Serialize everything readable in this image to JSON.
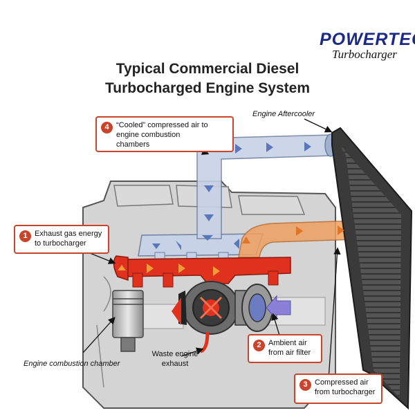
{
  "brand": {
    "name": "POWERTEC",
    "subtitle": "Turbocharger"
  },
  "title": {
    "line1": "Typical Commercial Diesel",
    "line2": "Turbocharged Engine System"
  },
  "labels": {
    "aftercooler": "Engine Aftercooler",
    "combustion_chamber": "Engine combustion chamber",
    "waste_exhaust_line1": "Waste engine",
    "waste_exhaust_line2": "exhaust"
  },
  "callouts": [
    {
      "number": "1",
      "line1": "Exhaust gas energy",
      "line2": "to turbocharger",
      "line3": ""
    },
    {
      "number": "2",
      "line1": "Ambient air",
      "line2": "from air filter",
      "line3": ""
    },
    {
      "number": "3",
      "line1": "Compressed air",
      "line2": "from turbocharger",
      "line3": ""
    },
    {
      "number": "4",
      "line1": "“Cooled” compressed air to",
      "line2": "engine combustion",
      "line3": "chambers"
    }
  ],
  "colors": {
    "accent": "#c9442a",
    "exhaust": "#e0301e",
    "compressed_air": "#f0a060",
    "cooled_air": "#c8d2e6",
    "arrow_blue": "#5a78b8",
    "engine_gray": "#cfcfcf",
    "brand_blue": "#1b2a8a"
  }
}
